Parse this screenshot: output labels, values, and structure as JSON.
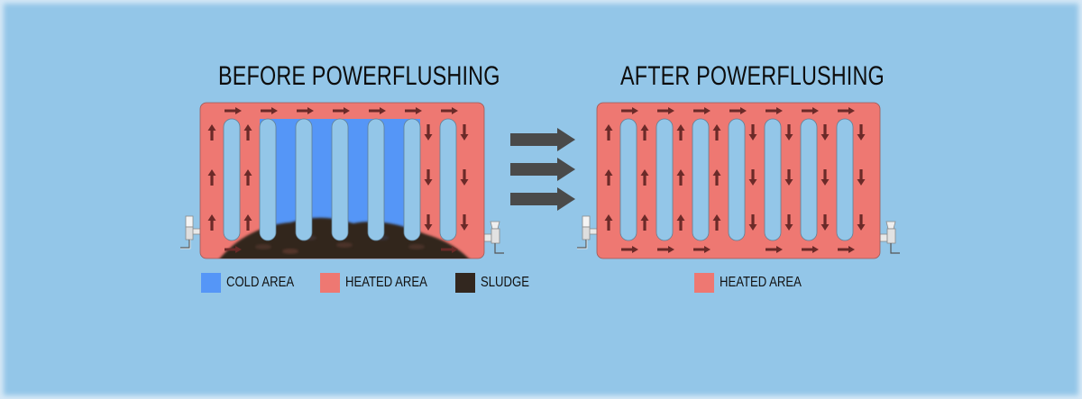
{
  "colors": {
    "background": "#93c6e8",
    "cold": "#5596f7",
    "heated": "#ee7872",
    "sludge": "#32271f",
    "tube": "#93c6e8",
    "flow_arrow": "#6b2a28",
    "transition_arrow": "#4a4a4a",
    "valve": "#e9e9e9",
    "title_text": "#0d0d0d"
  },
  "before": {
    "title": "BEFORE POWERFLUSHING",
    "legend": [
      {
        "label": "COLD AREA",
        "color": "#5596f7"
      },
      {
        "label": "HEATED AREA",
        "color": "#ee7872"
      },
      {
        "label": "SLUDGE",
        "color": "#32271f"
      }
    ],
    "tube_count": 7,
    "column_flow": [
      "up",
      "up",
      "none",
      "none",
      "none",
      "none",
      "down",
      "down"
    ],
    "top_arrows": [
      true,
      true,
      true,
      true,
      true,
      true,
      true
    ],
    "bottom_arrows": [
      true,
      false,
      false,
      false,
      false,
      false,
      true
    ]
  },
  "after": {
    "title": "AFTER POWERFLUSHING",
    "legend": [
      {
        "label": "HEATED AREA",
        "color": "#ee7872"
      }
    ],
    "tube_count": 7,
    "column_flow": [
      "up",
      "up",
      "up",
      "up",
      "down",
      "down",
      "down",
      "down"
    ],
    "top_arrows": [
      true,
      true,
      true,
      true,
      true,
      true,
      true
    ],
    "bottom_arrows": [
      true,
      true,
      true,
      false,
      true,
      true,
      true
    ]
  },
  "transition": {
    "arrow_count": 3,
    "direction": "right"
  }
}
